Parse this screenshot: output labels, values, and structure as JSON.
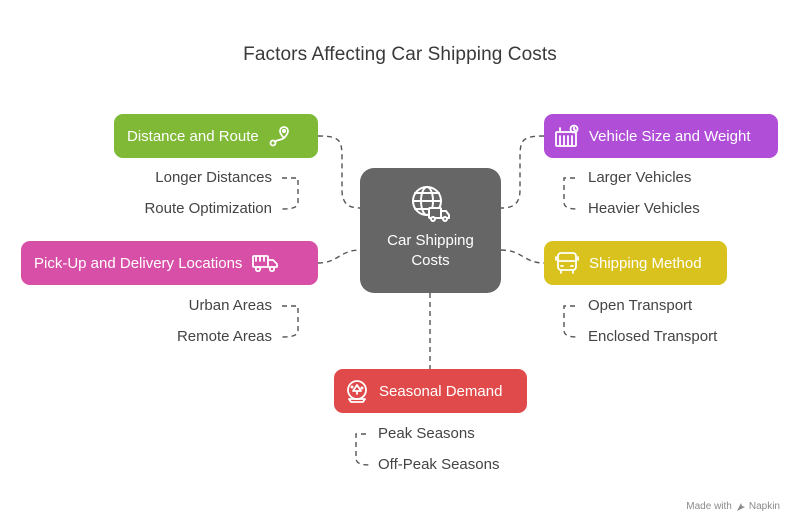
{
  "title": "Factors Affecting Car Shipping Costs",
  "center": {
    "label": "Car Shipping Costs",
    "icon": "globe-truck-icon"
  },
  "factors": [
    {
      "label": "Distance and Route",
      "color": "#7fb936",
      "icon": "route-pin-icon",
      "items": [
        "Longer Distances",
        "Route Optimization"
      ]
    },
    {
      "label": "Pick-Up and Delivery Locations",
      "color": "#d74fa6",
      "icon": "truck-icon",
      "items": [
        "Urban Areas",
        "Remote Areas"
      ]
    },
    {
      "label": "Vehicle Size and Weight",
      "color": "#b04ed8",
      "icon": "weight-icon",
      "items": [
        "Larger Vehicles",
        "Heavier Vehicles"
      ]
    },
    {
      "label": "Shipping Method",
      "color": "#d9c21e",
      "icon": "bus-icon",
      "items": [
        "Open Transport",
        "Enclosed Transport"
      ]
    },
    {
      "label": "Seasonal Demand",
      "color": "#e04a4a",
      "icon": "snow-globe-icon",
      "items": [
        "Peak Seasons",
        "Off-Peak Seasons"
      ]
    }
  ],
  "footer": {
    "text": "Made with",
    "brand": "Napkin"
  }
}
